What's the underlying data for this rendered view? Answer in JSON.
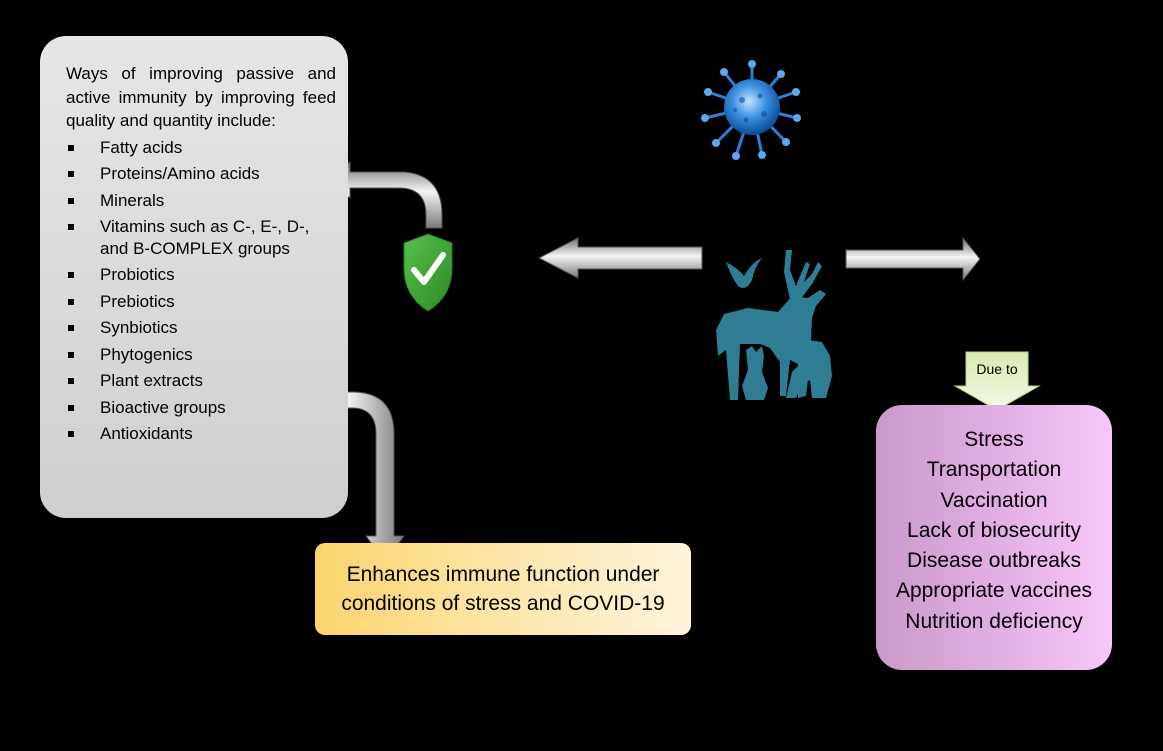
{
  "ways_box": {
    "intro": "Ways of improving passive and active immunity by improving feed quality and quantity include:",
    "items": [
      "Fatty acids",
      "Proteins/Amino acids",
      "Minerals",
      "Vitamins such as C-, E-, D-, and B-COMPLEX groups",
      "Probiotics",
      "Prebiotics",
      "Synbiotics",
      "Phytogenics",
      "Plant extracts",
      "Bioactive groups",
      "Antioxidants"
    ]
  },
  "enhance_box": {
    "text": "Enhances immune function under conditions of stress and COVID-19"
  },
  "due_label": "Due to",
  "causes_box": {
    "items": [
      "Stress",
      "Transportation",
      "Vaccination",
      "Lack of biosecurity",
      "Disease outbreaks",
      "Appropriate vaccines",
      "Nutrition deficiency"
    ]
  },
  "icons": {
    "virus": "virus-icon",
    "shield": "shield-check-icon",
    "animals": "animals-silhouette-icon"
  },
  "colors": {
    "background": "#000000",
    "ways_box": "#d9d9d9",
    "enhance_box": "#fde9b4",
    "causes_box": "#e3b0e3",
    "due_arrow": "#e4f0c4",
    "shield": "#3fa535",
    "animals": "#2e7d93",
    "virus": "#2f7fd6"
  }
}
